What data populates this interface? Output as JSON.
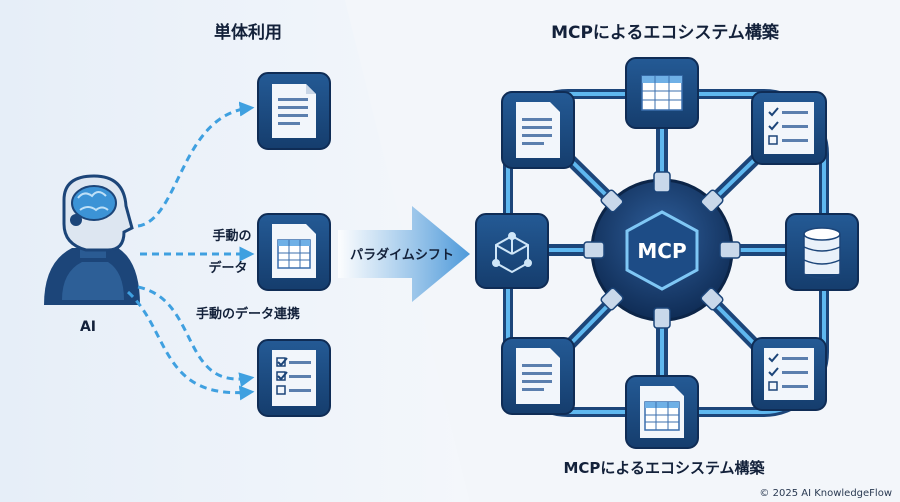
{
  "left": {
    "title": "単体利用",
    "ai_label": "AI",
    "manual_label_line1": "手動の",
    "manual_label_line2": "データ",
    "manual_link_label": "手動のデータ連携"
  },
  "middle": {
    "shift_label": "パラダイムシフト"
  },
  "right": {
    "title": "MCPによるエコシステム構築",
    "hub_label": "MCP",
    "caption": "MCPによるエコシステム構築"
  },
  "footer": {
    "copyright": "© 2025 AI KnowledgeFlow"
  },
  "colors": {
    "navy": "#173e6e",
    "tile": "#1e4f86",
    "flow": "#3fa0e0",
    "cable": "#4aa9e6",
    "bg": "#eef3f9"
  },
  "icons": {
    "ai": "robot-head-icon",
    "document": "document-icon",
    "spreadsheet": "spreadsheet-icon",
    "checklist": "checklist-icon",
    "database": "database-icon",
    "network": "network-cube-icon",
    "hub": "mcp-hub-icon",
    "plug": "plug-connector-icon"
  }
}
